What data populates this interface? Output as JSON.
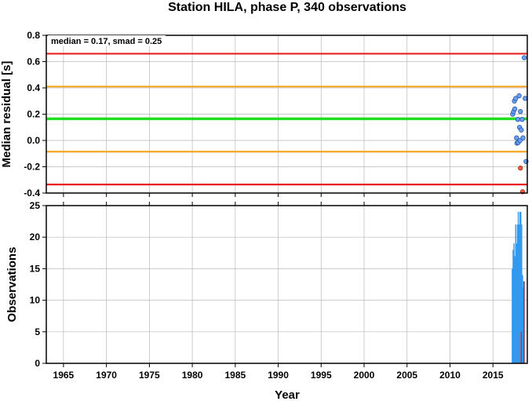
{
  "chart_data": [
    {
      "type": "scatter",
      "title": "Station HILA, phase P, 340 observations",
      "annotation": "median = 0.17, smad = 0.25",
      "ylabel": "Median residual [s]",
      "ylim": [
        -0.4,
        0.8
      ],
      "yticks": [
        "-0.4",
        "-0.2",
        "0.0",
        "0.2",
        "0.4",
        "0.6",
        "0.8"
      ],
      "xlim": [
        1963,
        2019
      ],
      "grid": true,
      "reference_lines": [
        {
          "y": 0.66,
          "color": "#e8201f"
        },
        {
          "y": 0.41,
          "color": "#f5a623"
        },
        {
          "y": 0.165,
          "color": "#22dd22"
        },
        {
          "y": -0.085,
          "color": "#f5a623"
        },
        {
          "y": -0.335,
          "color": "#e8201f"
        }
      ],
      "points_inlier_color": "#6aa0f0",
      "points_outlier_color": "#f05a3c",
      "points": [
        {
          "x": 2017.3,
          "y": 0.2,
          "outlier": false
        },
        {
          "x": 2017.4,
          "y": 0.22,
          "outlier": false
        },
        {
          "x": 2017.5,
          "y": 0.3,
          "outlier": false
        },
        {
          "x": 2017.55,
          "y": 0.24,
          "outlier": false
        },
        {
          "x": 2017.65,
          "y": 0.32,
          "outlier": false
        },
        {
          "x": 2017.75,
          "y": 0.02,
          "outlier": false
        },
        {
          "x": 2017.8,
          "y": -0.02,
          "outlier": false
        },
        {
          "x": 2017.9,
          "y": 0.16,
          "outlier": false
        },
        {
          "x": 2017.95,
          "y": -0.015,
          "outlier": false
        },
        {
          "x": 2018.05,
          "y": 0.34,
          "outlier": false
        },
        {
          "x": 2018.1,
          "y": 0.1,
          "outlier": false
        },
        {
          "x": 2018.15,
          "y": 0.0,
          "outlier": false
        },
        {
          "x": 2018.2,
          "y": 0.22,
          "outlier": false
        },
        {
          "x": 2018.3,
          "y": 0.08,
          "outlier": false
        },
        {
          "x": 2018.4,
          "y": 0.16,
          "outlier": false
        },
        {
          "x": 2018.2,
          "y": -0.21,
          "outlier": true
        },
        {
          "x": 2018.5,
          "y": 0.02,
          "outlier": false
        },
        {
          "x": 2018.65,
          "y": 0.63,
          "outlier": false
        },
        {
          "x": 2018.75,
          "y": 0.32,
          "outlier": false
        },
        {
          "x": 2018.85,
          "y": -0.16,
          "outlier": false
        },
        {
          "x": 2018.45,
          "y": -0.39,
          "outlier": true
        }
      ]
    },
    {
      "type": "bar",
      "ylabel": "Observations",
      "xlabel": "Year",
      "ylim": [
        0,
        25
      ],
      "yticks": [
        "0",
        "5",
        "10",
        "15",
        "20",
        "25"
      ],
      "xlim": [
        1963,
        2019
      ],
      "xticks": [
        "1965",
        "1970",
        "1975",
        "1980",
        "1985",
        "1990",
        "1995",
        "2000",
        "2005",
        "2010",
        "2015"
      ],
      "grid": true,
      "bar_color": "#3399ee",
      "marker_color": "#e8201f",
      "bars": [
        {
          "x": 2017.25,
          "value": 15
        },
        {
          "x": 2017.35,
          "value": 18
        },
        {
          "x": 2017.45,
          "value": 19
        },
        {
          "x": 2017.55,
          "value": 17
        },
        {
          "x": 2017.65,
          "value": 22
        },
        {
          "x": 2017.75,
          "value": 19
        },
        {
          "x": 2017.85,
          "value": 22
        },
        {
          "x": 2017.95,
          "value": 24
        },
        {
          "x": 2018.05,
          "value": 22
        },
        {
          "x": 2018.15,
          "value": 24
        },
        {
          "x": 2018.25,
          "value": 24
        },
        {
          "x": 2018.35,
          "value": 22
        },
        {
          "x": 2018.45,
          "value": 14
        },
        {
          "x": 2018.55,
          "value": 12
        },
        {
          "x": 2018.65,
          "value": 13
        }
      ],
      "markers": [
        {
          "x": 2018.3,
          "value": 5
        },
        {
          "x": 2018.6,
          "value": 13
        }
      ]
    }
  ]
}
